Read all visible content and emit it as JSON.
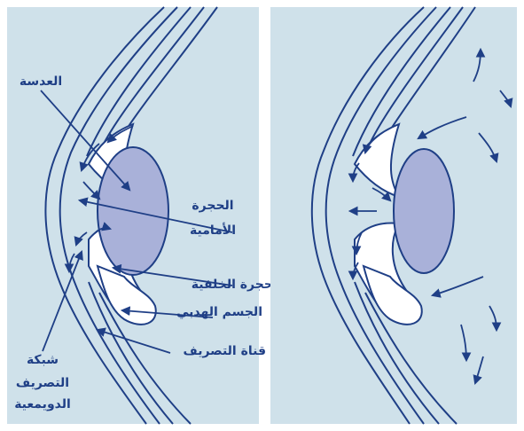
{
  "colors": {
    "panel_bg": "#cfe1ea",
    "tissue_stroke": "#1f3f86",
    "tissue_fill": "#ffffff",
    "lens_fill": "#a9b1d9",
    "label_text": "#1f3f86"
  },
  "labels": {
    "lens": "العدسة",
    "anterior_chamber_1": "الحجرة",
    "anterior_chamber_2": "الأمامية",
    "posterior_chamber": "الحجرة الخلفية",
    "ciliary_body": "الجسم الهدبي",
    "drainage_canal": "قناة التصريف",
    "trabecular_1": "شبكة",
    "trabecular_2": "التصريف",
    "trabecular_3": "الدويمعية"
  }
}
